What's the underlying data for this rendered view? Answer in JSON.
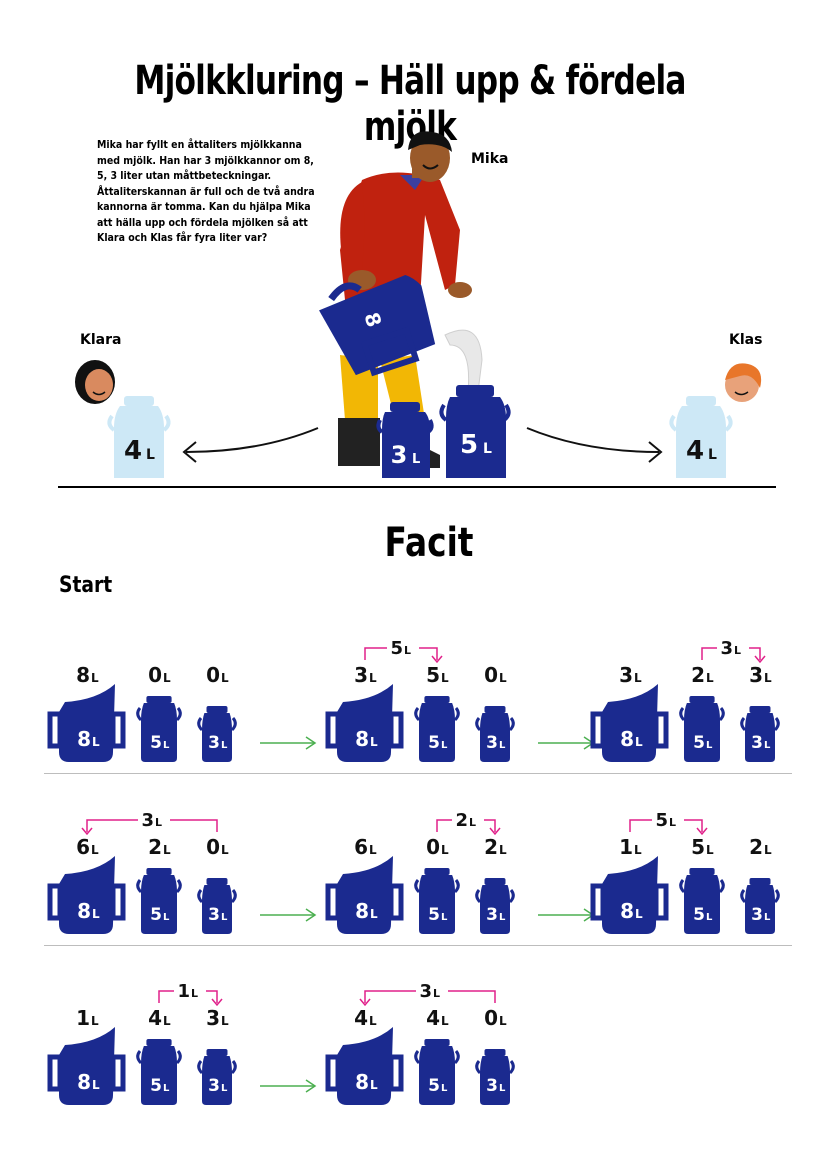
{
  "title": "Mjölkkluring – Häll upp & fördela mjölk",
  "intro": "Mika har fyllt en åttaliters mjölkkanna med mjölk. Han har 3 mjölkkannor om 8, 5, 3 liter utan måttbeteckningar. Åttaliterskannan är full och de två andra kannorna är tomma. Kan du hjälpa Mika att hälla upp och fördela mjölken så att Klara och Klas får fyra liter var?",
  "characters": {
    "mika": "Mika",
    "klara": "Klara",
    "klas": "Klas"
  },
  "scene": {
    "jug8": "8",
    "can3": "3",
    "can5": "5",
    "klara_can": "4",
    "klas_can": "4",
    "unit": "L"
  },
  "facit_heading": "Facit",
  "start_label": "Start",
  "colors": {
    "navy": "#1b2a8f",
    "pink": "#e0218a",
    "green": "#4caf50",
    "red_shirt": "#c0220f",
    "yellow": "#f2b705",
    "light_blue": "#cde8f6"
  },
  "states": [
    {
      "amounts": [
        "8",
        "0",
        "0"
      ],
      "pour": null
    },
    {
      "amounts": [
        "3",
        "5",
        "0"
      ],
      "pour": {
        "amount": "5",
        "from": 0,
        "to": 1
      }
    },
    {
      "amounts": [
        "3",
        "2",
        "3"
      ],
      "pour": {
        "amount": "3",
        "from": 1,
        "to": 2
      }
    },
    {
      "amounts": [
        "6",
        "2",
        "0"
      ],
      "pour": {
        "amount": "3",
        "from": 2,
        "to": 0
      }
    },
    {
      "amounts": [
        "6",
        "0",
        "2"
      ],
      "pour": {
        "amount": "2",
        "from": 1,
        "to": 2
      }
    },
    {
      "amounts": [
        "1",
        "5",
        "2"
      ],
      "pour": {
        "amount": "5",
        "from": 0,
        "to": 1
      }
    },
    {
      "amounts": [
        "1",
        "4",
        "3"
      ],
      "pour": {
        "amount": "1",
        "from": 1,
        "to": 2
      }
    },
    {
      "amounts": [
        "4",
        "4",
        "0"
      ],
      "pour": {
        "amount": "3",
        "from": 2,
        "to": 0
      }
    }
  ],
  "container_labels": [
    "8",
    "5",
    "3"
  ]
}
